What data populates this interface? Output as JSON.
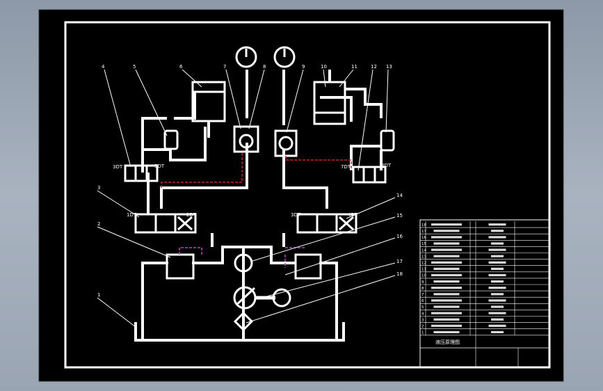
{
  "drawing": {
    "callouts": [
      "1",
      "2",
      "3",
      "4",
      "5",
      "6",
      "7",
      "8",
      "9",
      "10",
      "11",
      "12",
      "13",
      "14",
      "15",
      "16",
      "17",
      "18"
    ],
    "valve_tags": {
      "left_small_a": "3DT",
      "left_small_b": "5DT",
      "left_main_a": "1DT",
      "left_main_b": "2DT",
      "right_main_a": "3DT",
      "right_main_b": "4DT",
      "right_small_a": "7DT",
      "right_small_b": "8DT"
    }
  },
  "title_block": {
    "item_numbers": [
      "18",
      "17",
      "16",
      "15",
      "14",
      "13",
      "12",
      "11",
      "10",
      "9",
      "8",
      "7",
      "6",
      "5",
      "4",
      "3",
      "2",
      "1"
    ],
    "drawing_title": "液压原理图"
  },
  "colors": {
    "line": "#ffffff",
    "pilot_line": "#d42020",
    "drain_line": "#c040c0",
    "background": "#000000"
  }
}
